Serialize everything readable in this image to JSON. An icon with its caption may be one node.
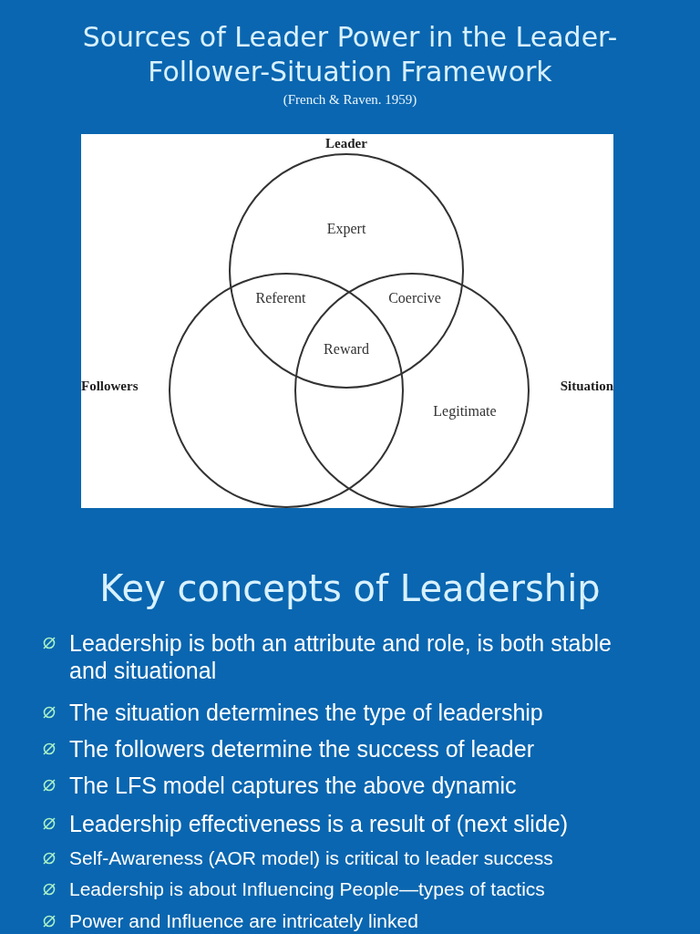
{
  "diagram": {
    "title": "Sources of Leader Power in the Leader-Follower-Situation Framework",
    "nodes": [
      {
        "text": [
          "Leader"
        ]
      },
      {
        "text": [
          "Followers"
        ]
      },
      {
        "text": [
          "Situation"
        ]
      }
    ],
    "labels": [
      "(French & Raven. 1959)",
      "Expert",
      "Referent",
      "Coercive",
      "Reward",
      "Legitimate",
      "Key concepts of Leadership",
      "Leadership is both an attribute and role, is both stable and situational",
      "The situation determines the type of leadership",
      "The followers determine the success of leader",
      "The LFS model captures the above dynamic",
      "Leadership effectiveness is a result of (next slide)",
      "Self-Awareness (AOR model) is critical to leader success",
      "Leadership is about Influencing People—types of tactics",
      "Power and Influence are intricately linked"
    ]
  }
}
